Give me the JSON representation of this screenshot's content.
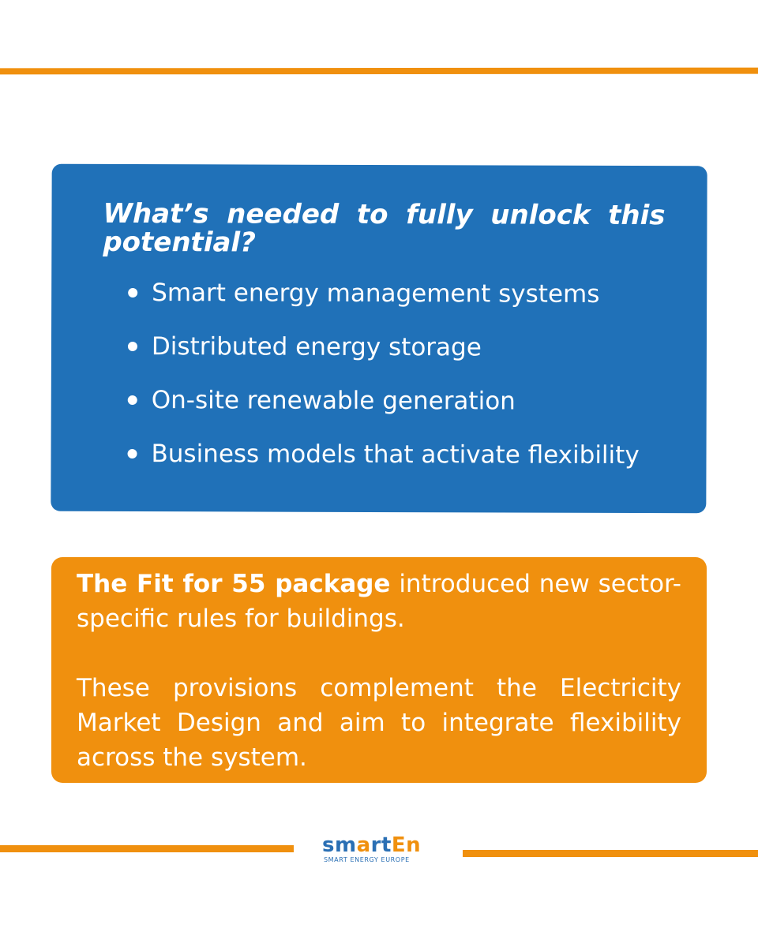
{
  "blue_panel": {
    "title": "What’s needed to fully unlock this potential?",
    "items": [
      "Smart energy management systems",
      "Distributed energy storage",
      "On-site renewable generation",
      "Business models that activate flexibility"
    ]
  },
  "orange_panel": {
    "paragraph1_bold": "The Fit for 55 package",
    "paragraph1_rest": " introduced new sector-specific rules for buildings.",
    "paragraph2": "These provisions complement the Electricity Market Design and aim to integrate flexibility across the system."
  },
  "logo": {
    "word_part1": "sm",
    "word_part2": "a",
    "word_part3": "rt",
    "word_part4": "En",
    "tagline": "SMART ENERGY EUROPE"
  },
  "colors": {
    "blue": "#2071b8",
    "orange": "#f0900e",
    "logo_blue": "#2a6fb4"
  }
}
